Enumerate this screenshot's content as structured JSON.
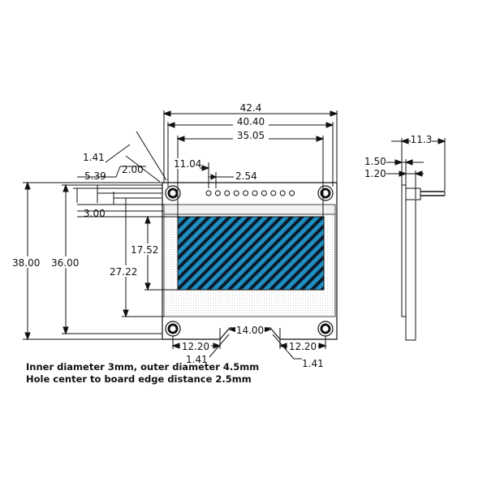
{
  "dimensions": {
    "board_width": "42.4",
    "hole_spacing_h": "40.40",
    "display_width": "35.05",
    "chamfer_top": "1.41",
    "pin_offset": "11.04",
    "pin_pitch": "2.54",
    "top_to_hole": "5.39",
    "top_to_pins": "2.00",
    "top_to_display": "3.00",
    "display_height": "17.52",
    "display_bottom": "27.22",
    "board_height": "38.00",
    "hole_spacing_v": "36.00",
    "notch_width": "14.00",
    "notch_left": "12.20",
    "notch_right": "12.20",
    "chamfer_bottom_left": "1.41",
    "chamfer_bottom_right": "1.41",
    "side_depth": "11.3",
    "side_total": "1.50",
    "side_board": "1.20"
  },
  "notes": [
    "Inner diameter 3mm, outer diameter 4.5mm",
    "Hole center to board edge distance 2.5mm"
  ],
  "colors": {
    "display": "#1e8fc0",
    "stripe": "#0c1a2a",
    "line": "#111111"
  },
  "pin_count": 10
}
